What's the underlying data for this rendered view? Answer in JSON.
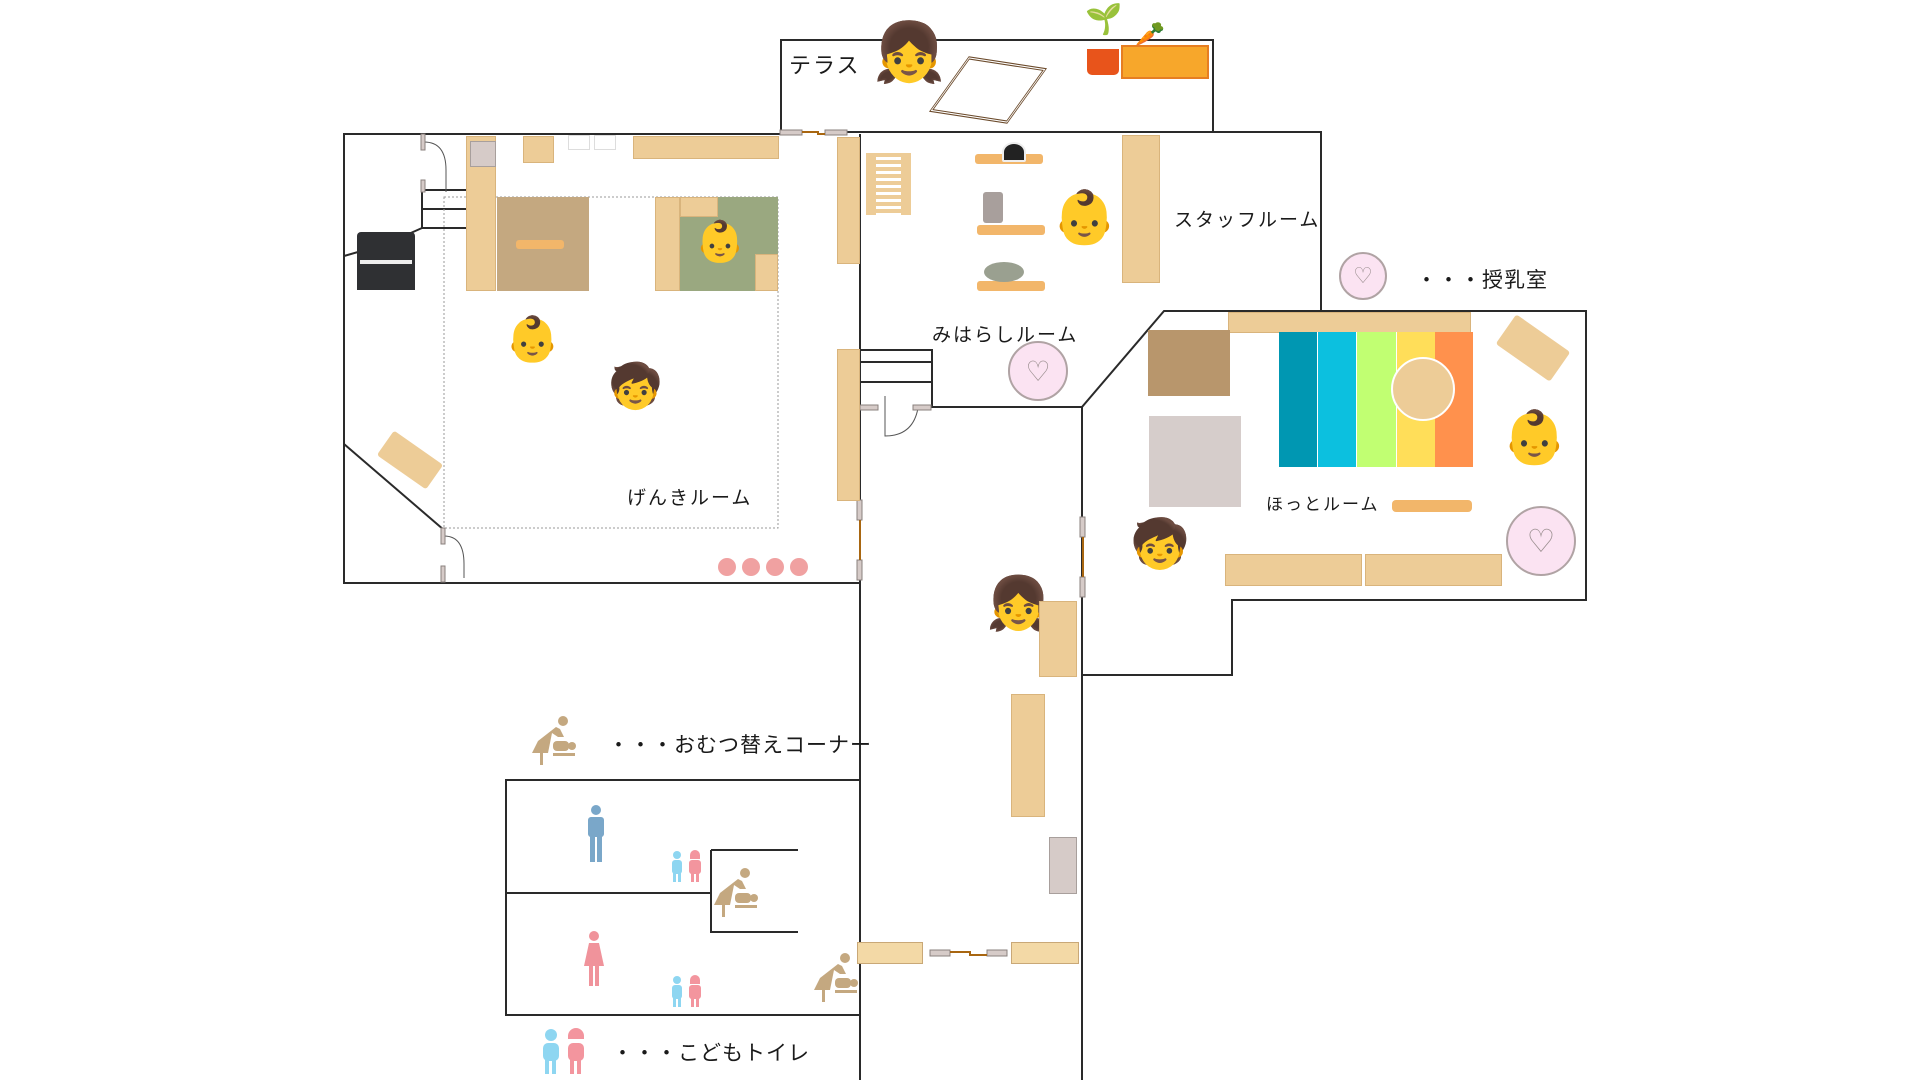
{
  "rooms": {
    "terrace": "テラス",
    "genki": "げんきルーム",
    "mihara": "みはらしルーム",
    "staff": "スタッフルーム",
    "hotto": "ほっとルーム"
  },
  "legend": {
    "nursing": "・・・授乳室",
    "diaper": "・・・おむつ替えコーナー",
    "kids_toilet": "・・・こどもトイレ"
  },
  "icons": {
    "nursing": "nursing-room-icon",
    "diaper": "diaper-changing-icon",
    "kids_toilet": "kids-toilet-icon",
    "male": "male-toilet-icon",
    "female": "female-toilet-icon"
  },
  "colors": {
    "wall": "#222222",
    "shelf": "#edcc97",
    "mat_brown": "#c4a880",
    "mat_green": "#9aa880",
    "rainbow": [
      "#0097b2",
      "#0cc0df",
      "#c1ff72",
      "#ffde59",
      "#ff914d"
    ],
    "nursing_bg": "#fbe3f2",
    "nursing_stroke": "#b0a3a4",
    "diaper_icon": "#c4a880",
    "male": "#7aa7c9",
    "female": "#f0939b",
    "boy": "#8ed6f1",
    "girl": "#f3959e"
  }
}
